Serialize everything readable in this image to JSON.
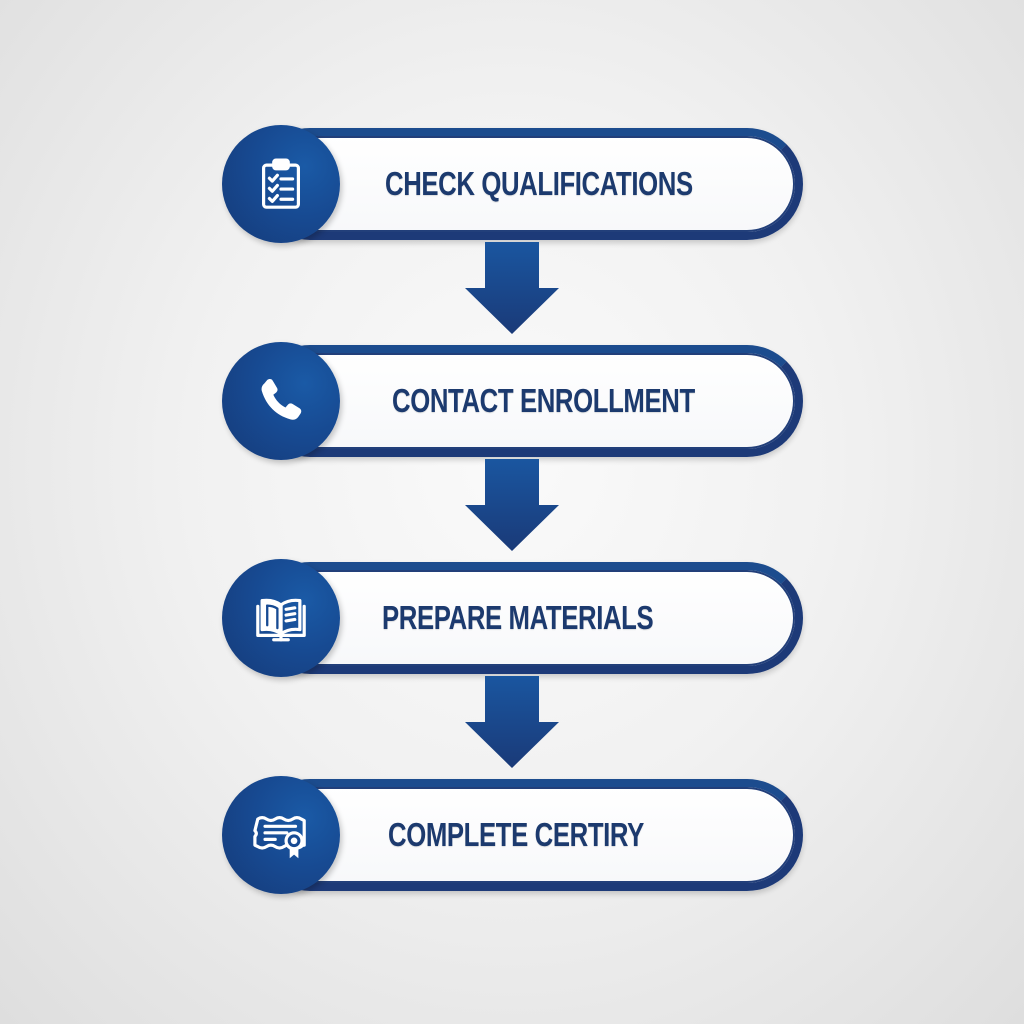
{
  "diagram": {
    "type": "vertical-process-flow",
    "colors": {
      "primary": "#1c4c8e",
      "border": "#1d3a78",
      "text": "#1c3a6e",
      "pill_fill": "#ffffff",
      "background": "#efefef"
    },
    "steps": [
      {
        "label": "CHECK QUALIFICATIONS",
        "icon": "clipboard-checklist-icon"
      },
      {
        "label": "CONTACT ENROLLMENT",
        "icon": "phone-icon"
      },
      {
        "label": "PREPARE MATERIALS",
        "icon": "open-book-icon"
      },
      {
        "label": "COMPLETE CERTIRY",
        "icon": "certificate-icon"
      }
    ],
    "connectors": [
      {
        "from": 0,
        "to": 1,
        "icon": "arrow-down-icon"
      },
      {
        "from": 1,
        "to": 2,
        "icon": "arrow-down-icon"
      },
      {
        "from": 2,
        "to": 3,
        "icon": "arrow-down-icon"
      }
    ]
  }
}
